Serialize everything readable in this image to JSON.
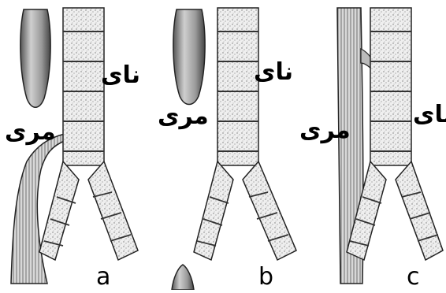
{
  "figure": {
    "panels": [
      {
        "id": "a",
        "letter": "a",
        "trachea_label": "نای",
        "esophagus_label": "مری"
      },
      {
        "id": "b",
        "letter": "b",
        "trachea_label": "نای",
        "esophagus_label": "مری"
      },
      {
        "id": "c",
        "letter": "c",
        "trachea_label": "نای",
        "esophagus_label": "مری"
      }
    ]
  }
}
